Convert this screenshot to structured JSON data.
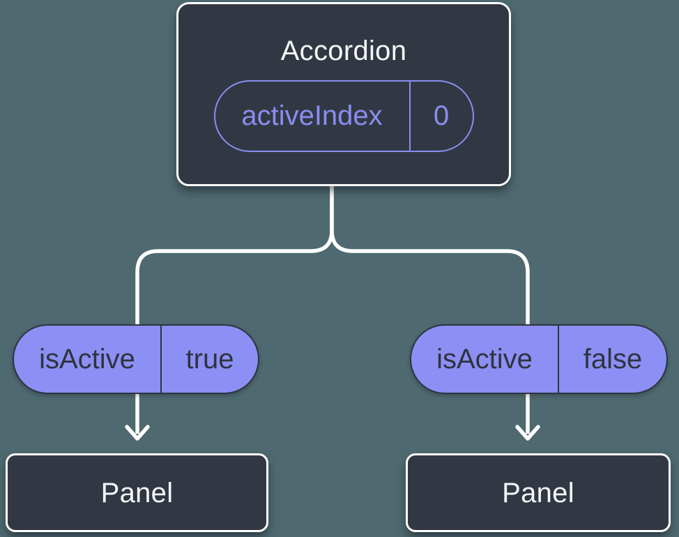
{
  "colors": {
    "background": "#4e6970",
    "card_background": "#323843",
    "card_border": "#ffffff",
    "card_text": "#f5f6f8",
    "accent_purple": "#8a8df0",
    "state_pill_fill": "#8c8ff3",
    "state_pill_text": "#2e3440",
    "connector": "#ffffff"
  },
  "diagram": {
    "root": {
      "title": "Accordion",
      "pill": {
        "name": "activeIndex",
        "value": "0"
      }
    },
    "branches": [
      {
        "pill": {
          "name": "isActive",
          "value": "true"
        },
        "panel_label": "Panel"
      },
      {
        "pill": {
          "name": "isActive",
          "value": "false"
        },
        "panel_label": "Panel"
      }
    ]
  }
}
